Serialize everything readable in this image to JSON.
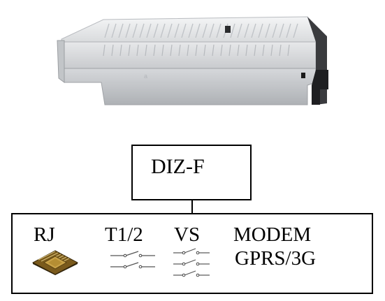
{
  "device_photo": {
    "icon": "din-rail-enclosure-image"
  },
  "top_box": {
    "label": "DIZ-F"
  },
  "bottom_box": {
    "labels": {
      "rj": "RJ",
      "t12": "T1/2",
      "vs": "VS",
      "modem": "MODEM",
      "gprs": "GPRS/3G"
    },
    "icons": {
      "chip": "cpu-chip-icon",
      "t12_switches": "switch-contacts-icon",
      "vs_switches": "switch-contacts-icon"
    }
  }
}
